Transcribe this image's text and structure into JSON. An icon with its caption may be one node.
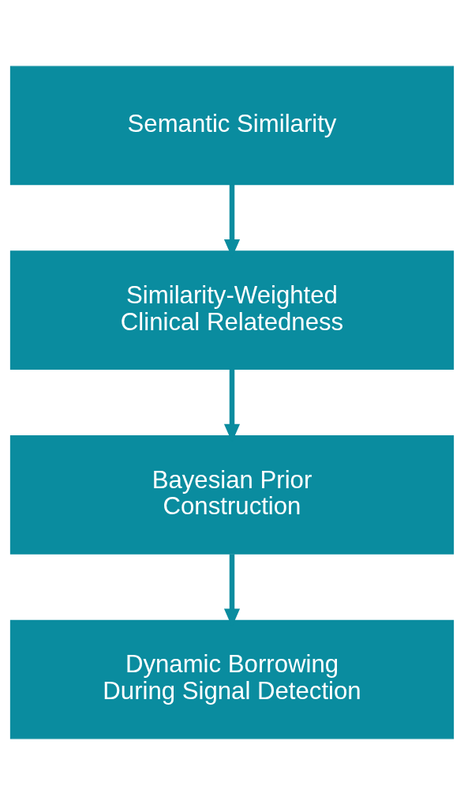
{
  "diagram": {
    "nodes": [
      {
        "text": [
          "Semantic Similarity"
        ]
      },
      {
        "text": [
          "Similarity-Weighted Clinical Relatedness"
        ]
      },
      {
        "text": [
          "Bayesian Prior Construction"
        ]
      },
      {
        "text": [
          "Dynamic Borrowing During Signal Detection"
        ]
      }
    ],
    "edges": [
      {
        "from": 0,
        "to": 1,
        "arrow": "to"
      },
      {
        "from": 1,
        "to": 2,
        "arrow": "to"
      },
      {
        "from": 2,
        "to": 3,
        "arrow": "to"
      }
    ]
  }
}
